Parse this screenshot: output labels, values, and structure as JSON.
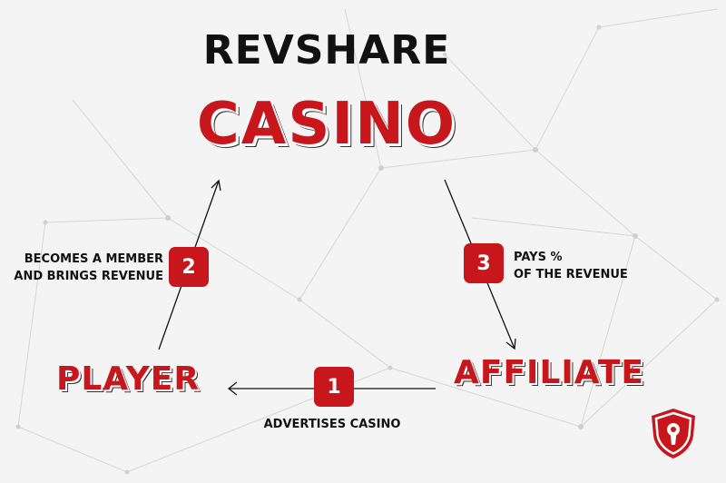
{
  "title": {
    "line1": "REVSHARE",
    "line2": "CASINO"
  },
  "nodes": {
    "player": "PLAYER",
    "affiliate": "AFFILIATE"
  },
  "steps": [
    {
      "number": "1",
      "label": "ADVERTISES CASINO"
    },
    {
      "number": "2",
      "label_line1": "BECOMES A MEMBER",
      "label_line2": "AND BRINGS REVENUE"
    },
    {
      "number": "3",
      "label_line1": "PAYS %",
      "label_line2": "OF THE REVENUE"
    }
  ],
  "icons": {
    "logo": "shield-keyhole-icon"
  },
  "colors": {
    "accent": "#c8161d",
    "text": "#111111",
    "background": "#f4f4f4"
  }
}
